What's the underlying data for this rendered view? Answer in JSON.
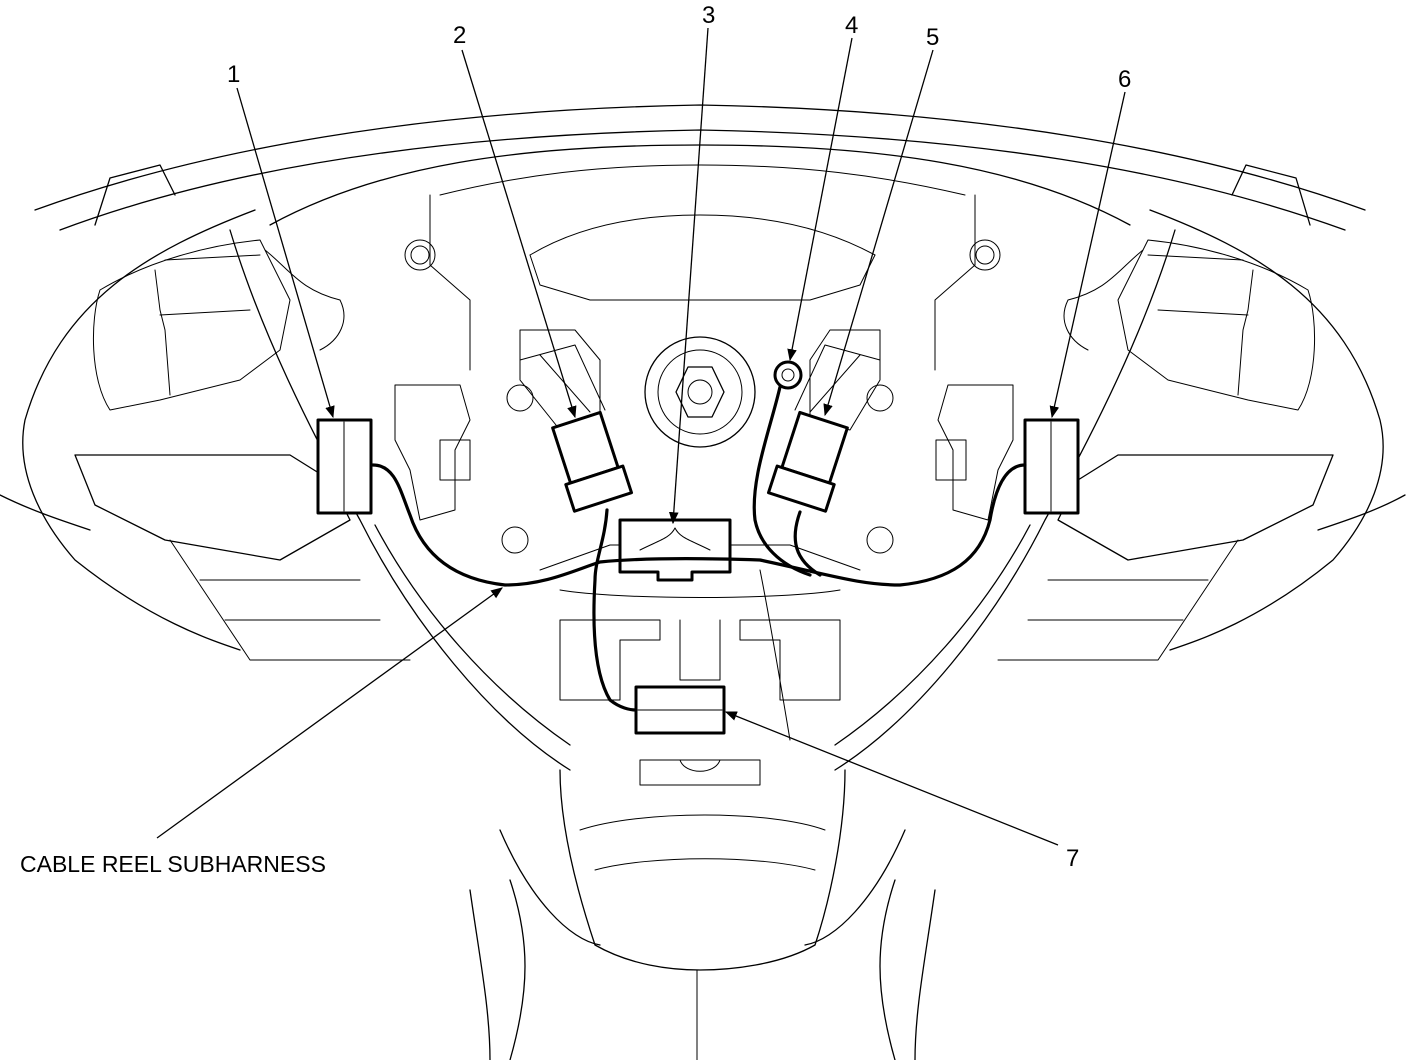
{
  "callouts": {
    "c1": "1",
    "c2": "2",
    "c3": "3",
    "c4": "4",
    "c5": "5",
    "c6": "6",
    "c7": "7"
  },
  "labels": {
    "cable_reel_subharness": "CABLE REEL SUBHARNESS"
  }
}
